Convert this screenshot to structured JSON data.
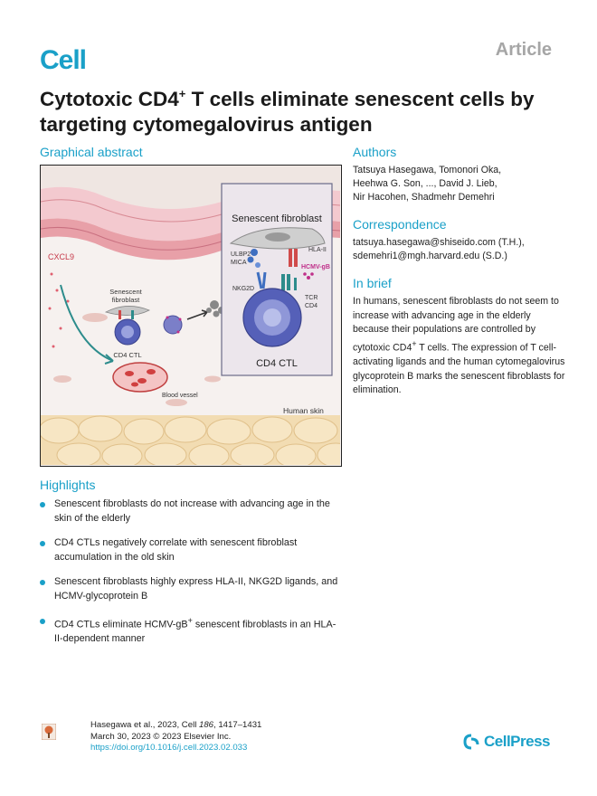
{
  "header": {
    "journal": "Cell",
    "article_type": "Article"
  },
  "title": {
    "part1": "Cytotoxic CD4",
    "sup": "+",
    "part2": " T cells eliminate senescent cells by targeting cytomegalovirus antigen"
  },
  "graphical_abstract": {
    "heading": "Graphical abstract",
    "labels": {
      "cxcl9": "CXCL9",
      "senescent_fibroblast_small_1": "Senescent",
      "senescent_fibroblast_small_2": "fibroblast",
      "cd4_ctl_small": "CD4 CTL",
      "blood_vessel": "Blood vessel",
      "human_skin": "Human skin",
      "senescent_fibroblast_large": "Senescent fibroblast",
      "ulbp2": "ULBP2",
      "mica": "MICA",
      "hla_ii": "HLA-II",
      "hcmv_gb": "HCMV-gB",
      "nkg2d": "NKG2D",
      "tcr": "TCR",
      "cd4": "CD4",
      "cd4_ctl_large": "CD4 CTL"
    },
    "colors": {
      "skin_pink": "#e8a0a8",
      "dermis": "#f6f1ef",
      "fat": "#f2dcb2",
      "cell_blue": "#5560b8",
      "arrow_teal": "#2d8c8c",
      "receptor_red": "#d04a4a",
      "gb_magenta": "#c0308a"
    }
  },
  "authors": {
    "heading": "Authors",
    "line1": "Tatsuya Hasegawa, Tomonori Oka,",
    "line2": "Heehwa G. Son, ..., David J. Lieb,",
    "line3": "Nir Hacohen, Shadmehr Demehri"
  },
  "correspondence": {
    "heading": "Correspondence",
    "line1": "tatsuya.hasegawa@shiseido.com (T.H.),",
    "line2": "sdemehri1@mgh.harvard.edu (S.D.)"
  },
  "in_brief": {
    "heading": "In brief",
    "text_part1": "In humans, senescent fibroblasts do not seem to increase with advancing age in the elderly because their populations are controlled by cytotoxic CD4",
    "sup": "+",
    "text_part2": " T cells. The expression of T cell-activating ligands and the human cytomegalovirus glycoprotein B marks the senescent fibroblasts for elimination."
  },
  "highlights": {
    "heading": "Highlights",
    "items": [
      {
        "text": "Senescent fibroblasts do not increase with advancing age in the skin of the elderly"
      },
      {
        "text": "CD4 CTLs negatively correlate with senescent fibroblast accumulation in the old skin"
      },
      {
        "text": "Senescent fibroblasts highly express HLA-II, NKG2D ligands, and HCMV-glycoprotein B"
      },
      {
        "text_part1": "CD4 CTLs eliminate HCMV-gB",
        "sup": "+",
        "text_part2": " senescent fibroblasts in an HLA-II-dependent manner"
      }
    ]
  },
  "footer": {
    "citation_line1_a": "Hasegawa et al., 2023, Cell ",
    "citation_volume": "186",
    "citation_line1_b": ", 1417–1431",
    "citation_line2": "March 30, 2023 © 2023 Elsevier Inc.",
    "doi": "https://doi.org/10.1016/j.cell.2023.02.033",
    "publisher": "CellPress"
  }
}
